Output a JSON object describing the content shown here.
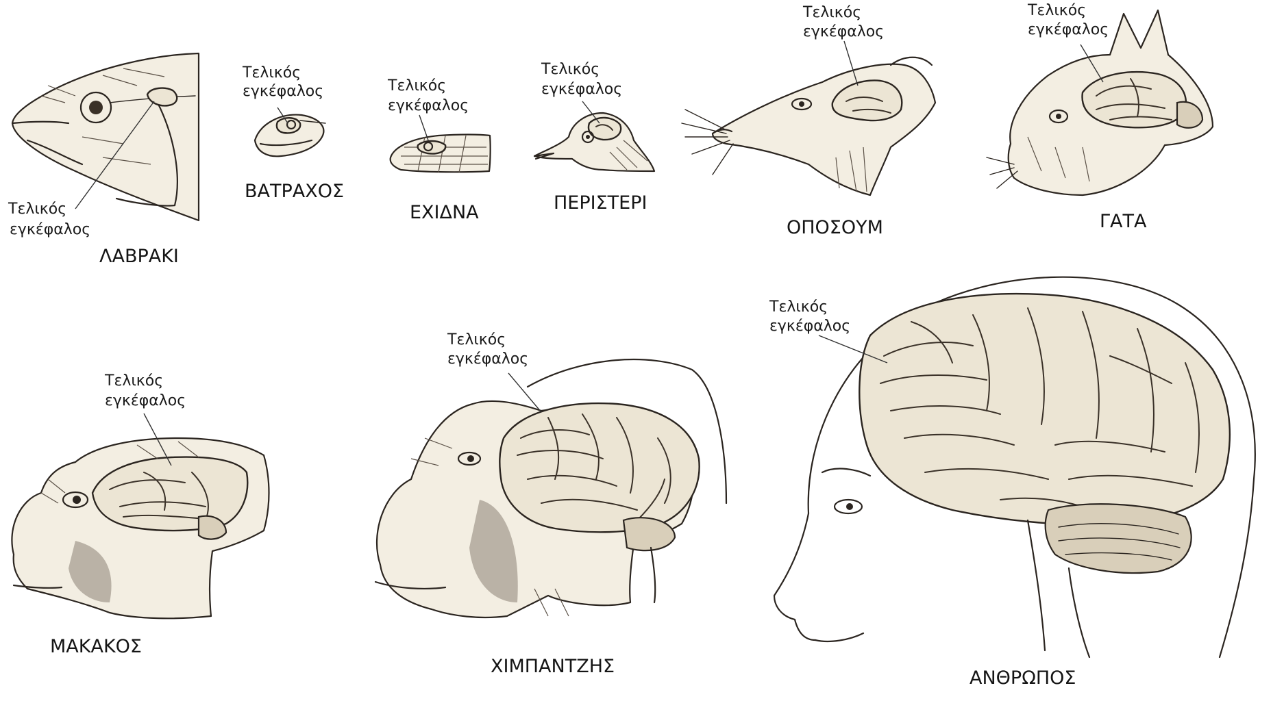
{
  "figure": {
    "annotation_label": "Τελικός εγκέφαλος",
    "annotation_line1": "Τελικός",
    "annotation_line2": "εγκέφαλος",
    "species": [
      {
        "id": "bass",
        "name": "ΛΑΒΡΑΚΙ"
      },
      {
        "id": "frog",
        "name": "ΒΑΤΡΑΧΟΣ"
      },
      {
        "id": "echidna",
        "name": "ΕΧΙΔΝΑ"
      },
      {
        "id": "pigeon",
        "name": "ΠΕΡΙΣΤΕΡΙ"
      },
      {
        "id": "opossum",
        "name": "ΟΠΟΣΟΥΜ"
      },
      {
        "id": "cat",
        "name": "ΓΑΤΑ"
      },
      {
        "id": "macaque",
        "name": "ΜΑΚΑΚΟΣ"
      },
      {
        "id": "chimpanzee",
        "name": "ΧΙΜΠΑΝΤΖΗΣ"
      },
      {
        "id": "human",
        "name": "ΑΝΘΡΩΠΟΣ"
      }
    ]
  }
}
